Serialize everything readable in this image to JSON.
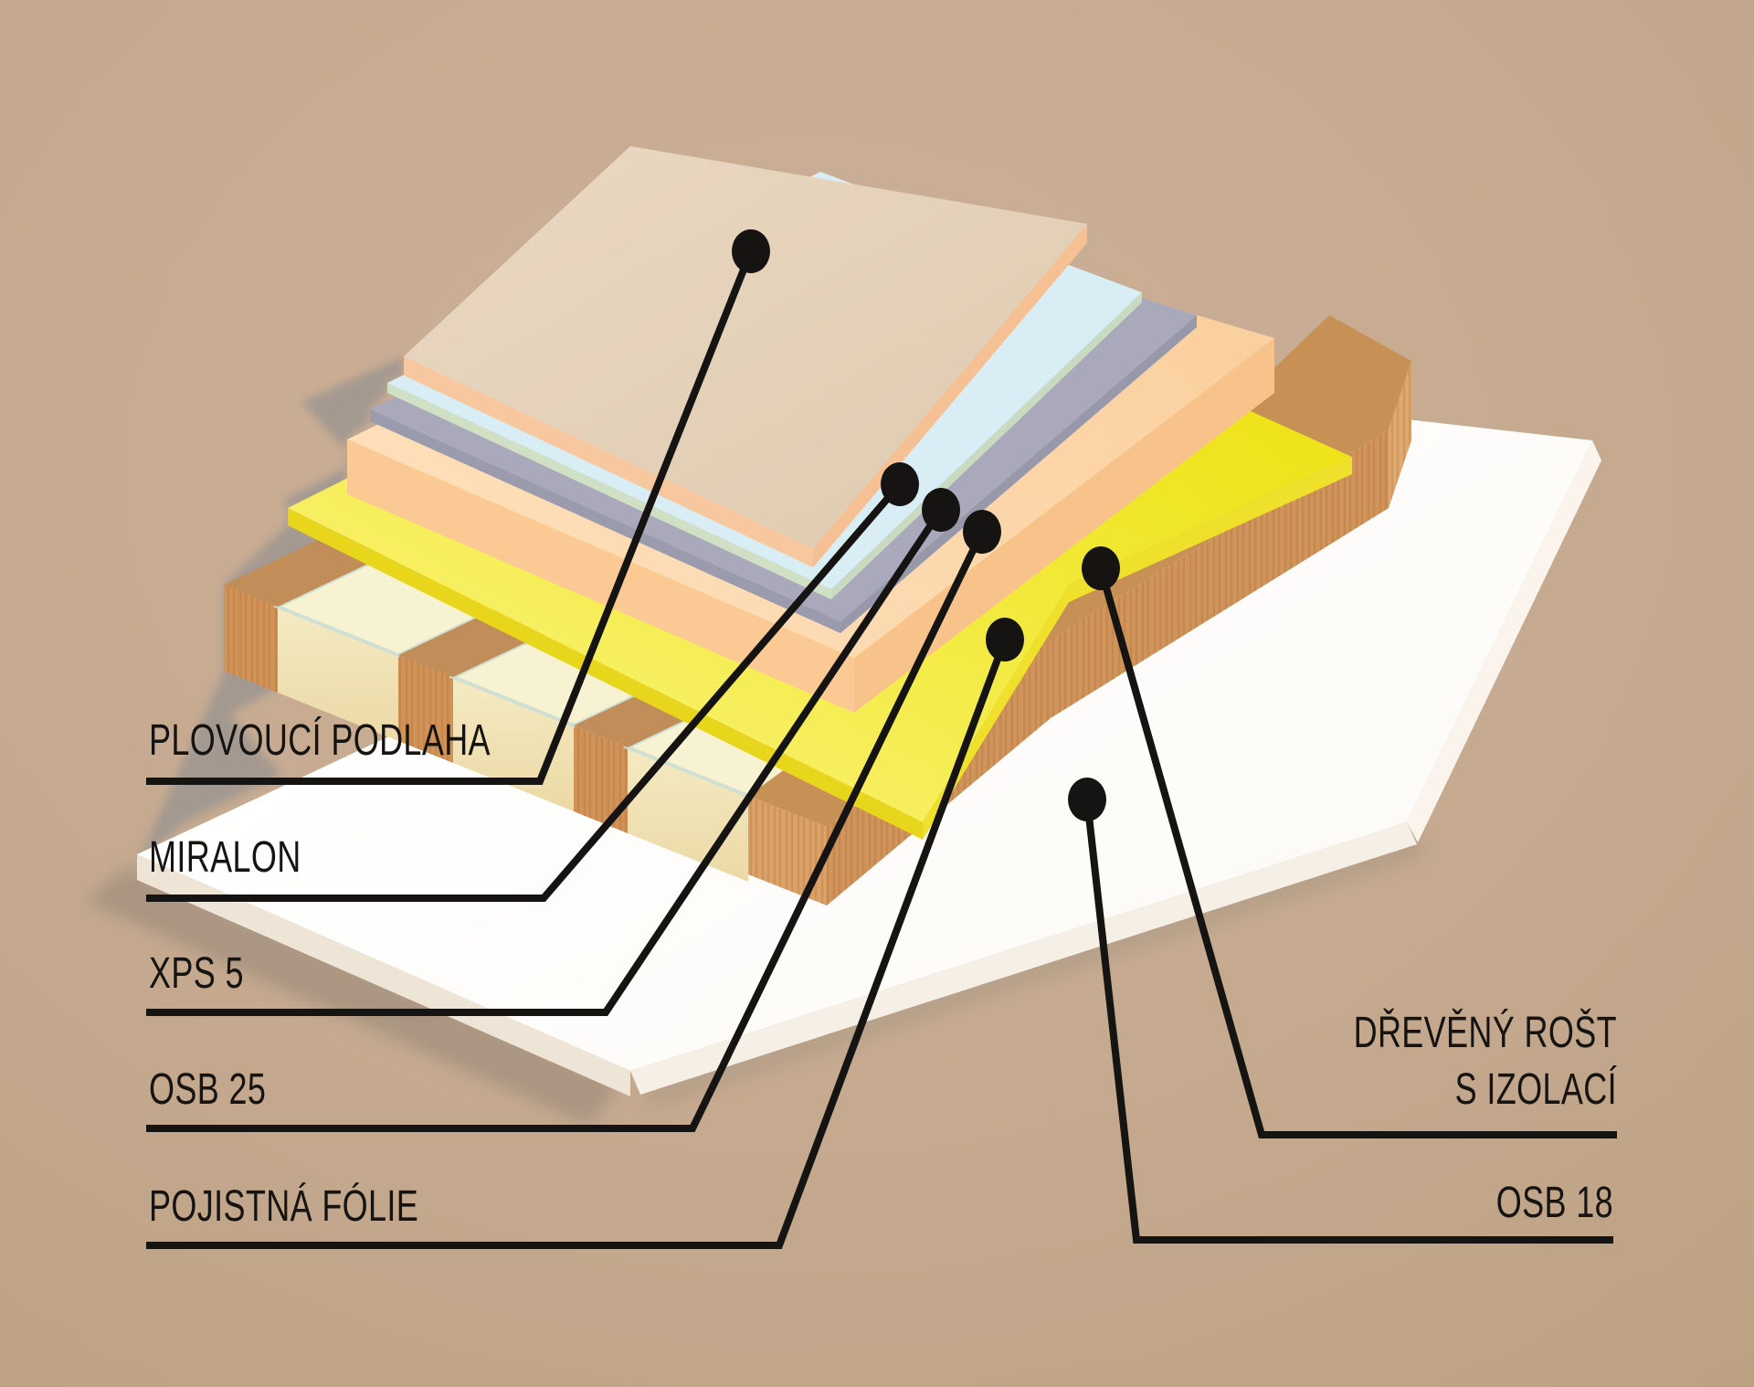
{
  "diagram": {
    "kind": "floor-construction-layer-diagram",
    "language": "cs",
    "layer_count": 7
  },
  "labels": {
    "floating_floor": "PLOVOUCÍ PODLAHA",
    "miralon": "MIRALON",
    "xps": "XPS 5",
    "osb25": "OSB 25",
    "foil": "POJISTNÁ FÓLIE",
    "wood_grid_line1": "DŘEVĚNÝ ROŠT",
    "wood_grid_line2": "S IZOLACÍ",
    "osb18": "OSB 18"
  },
  "colors": {
    "background": "#c5a98f",
    "shadow": "#a29890",
    "text_and_lines": "#161412",
    "top_board": "#e6d3bc",
    "top_board_edge": "#f7c89f",
    "miralon_sheet": "#d8eef4",
    "miralon_edge": "#cfe0c5",
    "xps_sheet": "#a9a9bb",
    "osb25_board": "#fdd9ae",
    "osb25_edge": "#fbc993",
    "foil_sheet": "#f2e93a",
    "foil_edge": "#e7d61b",
    "wood": "#c79055",
    "wood_grain": "#d29357",
    "insulation": "#f1e5b8",
    "insulation_top": "#f7f3d2",
    "osb18_board": "#ffffff",
    "osb18_edge": "#f3e9da"
  }
}
